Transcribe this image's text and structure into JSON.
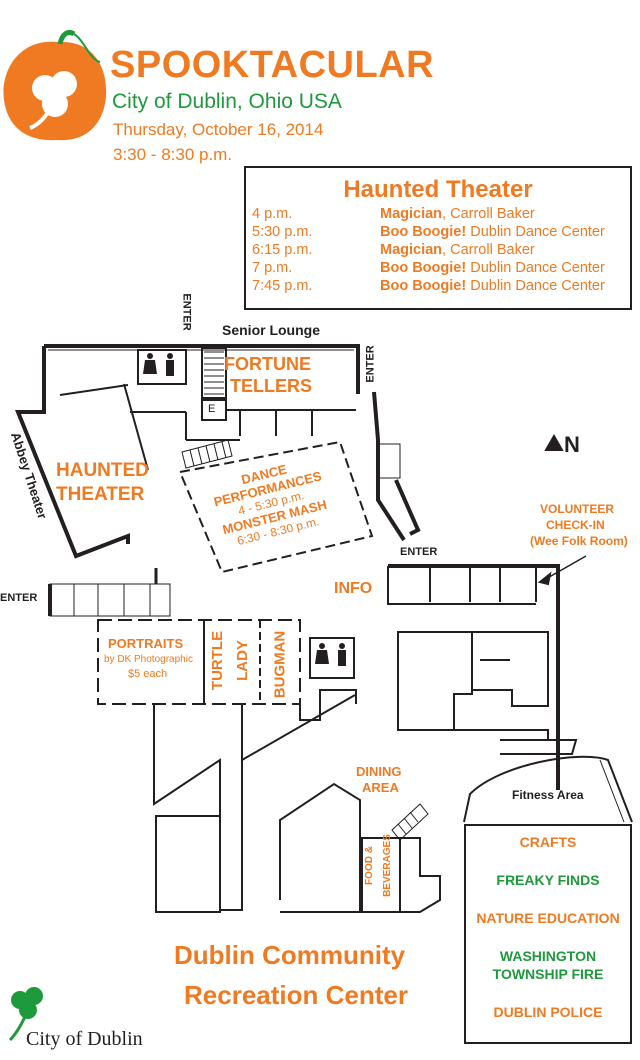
{
  "header": {
    "title": "SPOOKTACULAR",
    "subtitle": "City of Dublin, Ohio USA",
    "date": "Thursday, October 16, 2014",
    "time": "3:30 - 8:30 p.m."
  },
  "schedule": {
    "title": "Haunted Theater",
    "rows": [
      {
        "time": "4 p.m.",
        "act": "Magician",
        "detail": ", Carroll Baker"
      },
      {
        "time": "5:30 p.m.",
        "act": "Boo Boogie!",
        "detail": " Dublin Dance Center"
      },
      {
        "time": "6:15 p.m.",
        "act": "Magician",
        "detail": ", Carroll Baker"
      },
      {
        "time": "7 p.m.",
        "act": "Boo Boogie!",
        "detail": " Dublin Dance Center"
      },
      {
        "time": "7:45 p.m.",
        "act": "Boo Boogie!",
        "detail": " Dublin Dance Center"
      }
    ]
  },
  "map": {
    "senior_lounge": "Senior Lounge",
    "fortune_tellers_1": "FORTUNE",
    "fortune_tellers_2": "TELLERS",
    "elevator": "E",
    "haunted_theater_1": "HAUNTED",
    "haunted_theater_2": "THEATER",
    "abbey_theater": "Abbey Theater",
    "dance_1": "DANCE",
    "dance_2": "PERFORMANCES",
    "dance_time": "4 - 5:30 p.m.",
    "monster_mash": "MONSTER MASH",
    "monster_time": "6:30 - 8:30 p.m.",
    "north": "N",
    "volunteer_1": "VOLUNTEER",
    "volunteer_2": "CHECK-IN",
    "volunteer_3": "(Wee Folk Room)",
    "info": "INFO",
    "portraits": "PORTRAITS",
    "portraits_by": "by DK Photographic",
    "portraits_price": "$5 each",
    "turtle_1": "TURTLE",
    "turtle_2": "LADY",
    "bugman": "BUGMAN",
    "dining_1": "DINING",
    "dining_2": "AREA",
    "food_1": "FOOD &",
    "food_2": "BEVERAGES",
    "fitness": "Fitness Area",
    "enter": "ENTER",
    "booths": [
      {
        "label": "CRAFTS",
        "color": "#f07a21"
      },
      {
        "label": "FREAKY FINDS",
        "color": "#1e9a3c"
      },
      {
        "label": "NATURE EDUCATION",
        "color": "#f07a21"
      },
      {
        "label": "WASHINGTON",
        "color": "#1e9a3c"
      },
      {
        "label": "TOWNSHIP FIRE",
        "color": "#1e9a3c"
      },
      {
        "label": "DUBLIN POLICE",
        "color": "#f07a21"
      }
    ],
    "center_1": "Dublin Community",
    "center_2": "Recreation Center"
  },
  "footer": {
    "logo_text": "City of Dublin"
  },
  "colors": {
    "orange": "#f07a21",
    "green": "#1e9a3c",
    "dark": "#231f20"
  }
}
